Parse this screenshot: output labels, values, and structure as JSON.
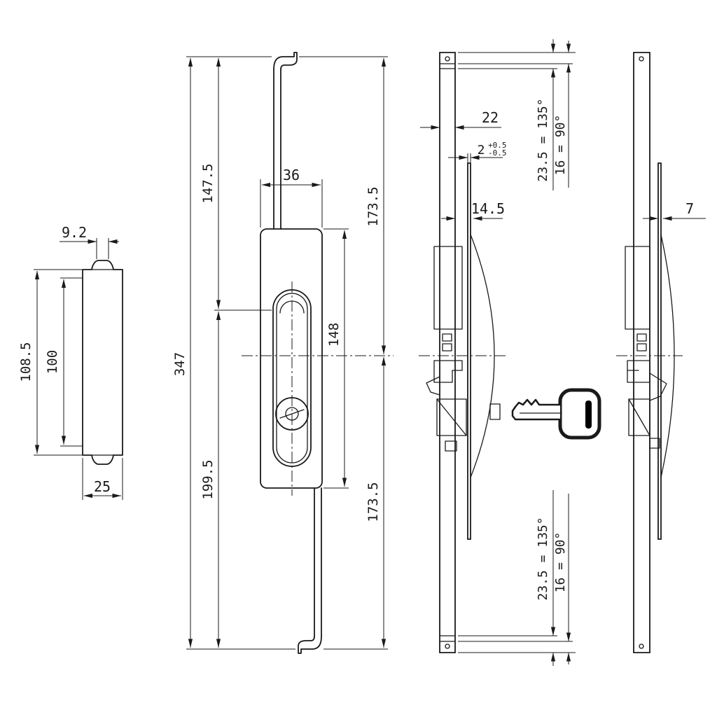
{
  "drawing": {
    "kind": "technical-drawing-lock",
    "colors": {
      "line": "#1a1a1a",
      "background": "#ffffff",
      "key_fill": "#000000"
    },
    "icons": {
      "key": "key-icon"
    },
    "views": {
      "profile": {
        "dim_top_width": "9.2",
        "dim_outer_height": "108.5",
        "dim_inner_height": "100",
        "dim_base_width": "25"
      },
      "front": {
        "dim_body_width": "36",
        "dim_top_section": "147.5",
        "dim_bottom_section": "199.5",
        "dim_total_height": "347",
        "dim_body_height": "148",
        "dim_top_to_center": "173.5",
        "dim_center_to_bottom": "173.5"
      },
      "side": {
        "dim_rod_width": "22",
        "dim_plate_thickness": "2",
        "tol_plus": "+0.5",
        "tol_minus": "-0.5",
        "dim_depth": "14.5",
        "top_bend_long": "23.5 = 135°",
        "top_bend_short": "16 = 90°",
        "bottom_bend_long": "23.5 = 135°",
        "bottom_bend_short": "16 = 90°"
      },
      "side2": {
        "dim_plate_offset": "7"
      }
    }
  }
}
